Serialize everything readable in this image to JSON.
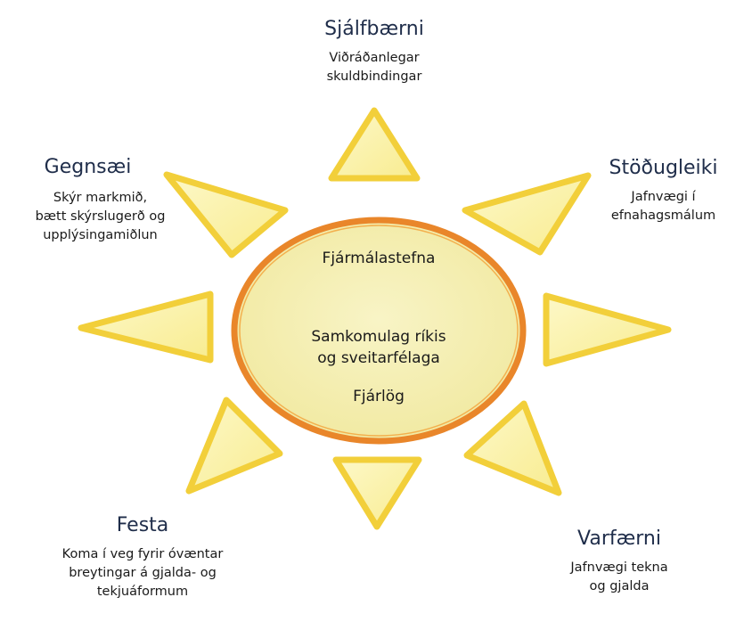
{
  "petals": [
    {
      "id": "top",
      "title": "Sjálfbærni",
      "desc": [
        "Viðráðanlegar",
        "skuldbindingar"
      ]
    },
    {
      "id": "top-left",
      "title": "Gegnsæi",
      "desc": [
        "Skýr markmið,",
        "bætt skýrslugerð  og",
        "upplýsingamiðlun"
      ]
    },
    {
      "id": "top-right",
      "title": "Stöðugleiki",
      "desc": [
        "Jafnvægi í",
        "efnahagsmálum"
      ]
    },
    {
      "id": "bottom-left",
      "title": "Festa",
      "desc": [
        "Koma í veg fyrir óvæntar",
        "breytingar á  gjalda- og",
        "tekjuáformum"
      ]
    },
    {
      "id": "bottom-right",
      "title": "Varfærni",
      "desc": [
        "Jafnvægi tekna",
        "og gjalda"
      ]
    }
  ],
  "center": {
    "top_label": "Fjármálastefna",
    "middle_label": [
      "Samkomulag ríkis",
      "og sveitarfélaga"
    ],
    "bottom_label": "Fjárlög"
  },
  "colors": {
    "ray_fill": "#fbf3a8",
    "ray_edge": "#f2cf3a",
    "center_fill": "#f6f0b4",
    "center_ring": "#e9862a"
  }
}
